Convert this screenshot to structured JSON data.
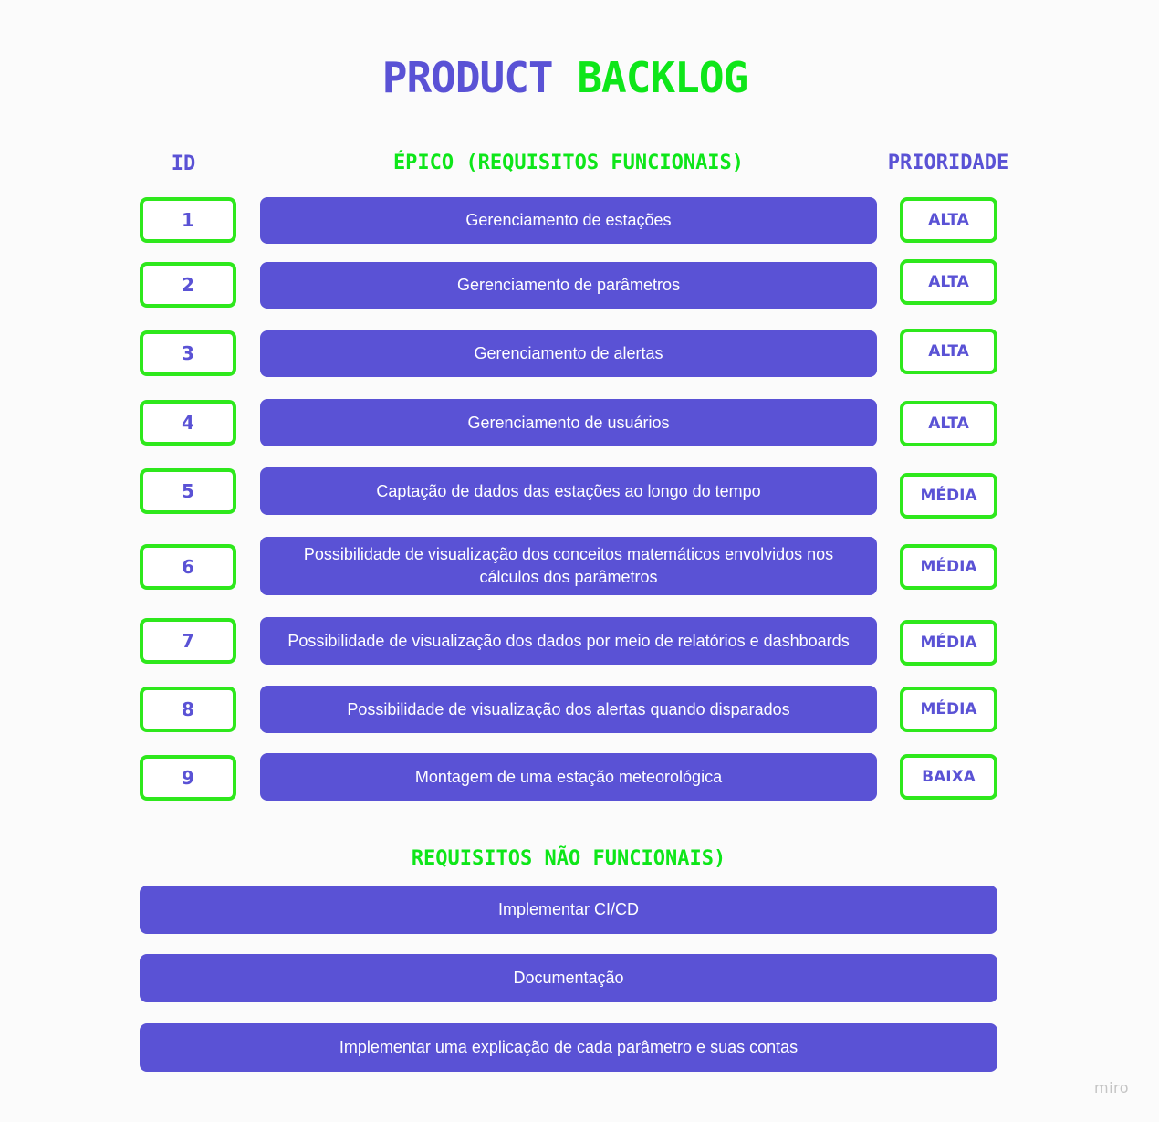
{
  "title": {
    "part1": "PRODUCT",
    "part2": "BACKLOG"
  },
  "headers": {
    "id": "ID",
    "epic": "ÉPICO (REQUISITOS FUNCIONAIS)",
    "priority": "PRIORIDADE"
  },
  "rows": [
    {
      "id": "1",
      "epic": "Gerenciamento de estações",
      "priority": "ALTA"
    },
    {
      "id": "2",
      "epic": "Gerenciamento de parâmetros",
      "priority": "ALTA"
    },
    {
      "id": "3",
      "epic": "Gerenciamento de alertas",
      "priority": "ALTA"
    },
    {
      "id": "4",
      "epic": "Gerenciamento de usuários",
      "priority": "ALTA"
    },
    {
      "id": "5",
      "epic": "Captação de dados das estações ao longo do tempo",
      "priority": "MÉDIA"
    },
    {
      "id": "6",
      "epic": "Possibilidade de visualização dos conceitos matemáticos envolvidos nos cálculos dos parâmetros",
      "priority": "MÉDIA"
    },
    {
      "id": "7",
      "epic": "Possibilidade de visualização dos dados por meio de relatórios e dashboards",
      "priority": "MÉDIA"
    },
    {
      "id": "8",
      "epic": "Possibilidade de visualização dos alertas quando disparados",
      "priority": "MÉDIA"
    },
    {
      "id": "9",
      "epic": "Montagem de uma estação meteorológica",
      "priority": "BAIXA"
    }
  ],
  "nonfunctional": {
    "title": "REQUISITOS NÃO FUNCIONAIS)",
    "items": [
      "Implementar CI/CD",
      "Documentação",
      "Implementar uma explicação de cada parâmetro e suas contas"
    ]
  },
  "brand": "miro",
  "colors": {
    "purple": "#5a52d5",
    "green": "#0ee619",
    "box_border": "#2ee81c",
    "background": "#fbfbfb"
  }
}
